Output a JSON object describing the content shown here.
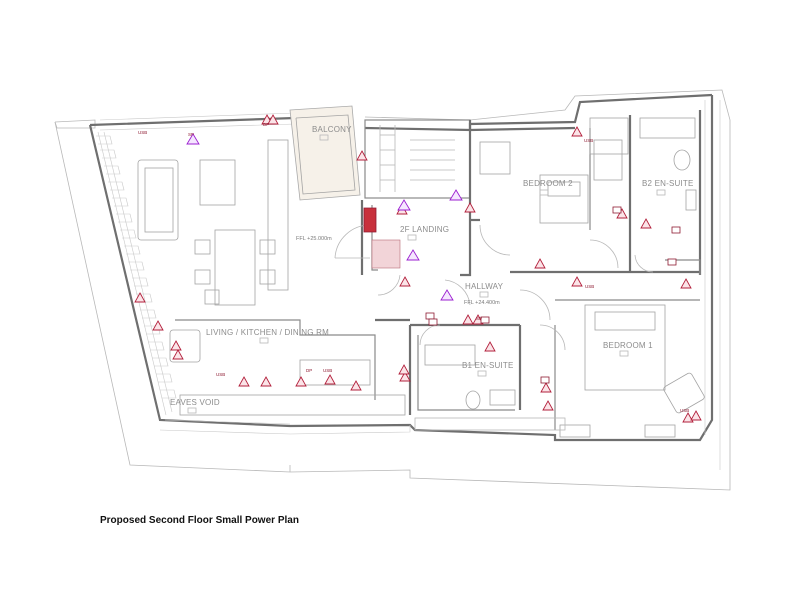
{
  "plan": {
    "title": "Proposed Second Floor Small Power Plan",
    "rooms": [
      {
        "name": "BALCONY"
      },
      {
        "name": "2F LANDING"
      },
      {
        "name": "BEDROOM 2"
      },
      {
        "name": "B2 EN-SUITE"
      },
      {
        "name": "LIVING / KITCHEN / DINING RM"
      },
      {
        "name": "HALLWAY"
      },
      {
        "name": "B1 EN-SUITE"
      },
      {
        "name": "BEDROOM 1"
      },
      {
        "name": "EAVES VOID"
      }
    ],
    "levels": [
      {
        "text": "FFL +25.000m"
      },
      {
        "text": "FFL +24.400m"
      }
    ],
    "symbol_labels": {
      "usb": "USB",
      "dp": "DP",
      "sp": "SP"
    },
    "colors": {
      "electrical": "#b21f3b",
      "data": "#9b1fd0",
      "walls": "#8a8a8a"
    }
  }
}
